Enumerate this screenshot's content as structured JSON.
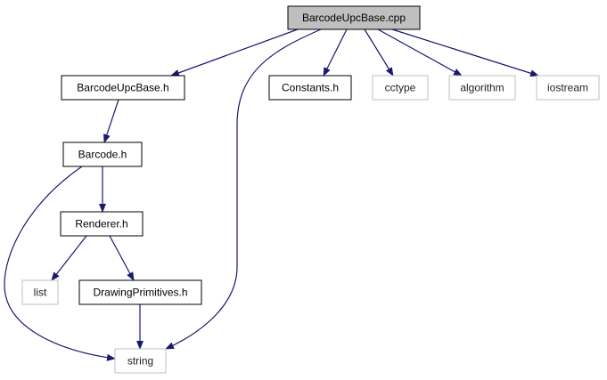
{
  "graph": {
    "colors": {
      "edge": "#191970",
      "root_fill": "#bfbfbf",
      "local_border": "#000000",
      "system_border": "#bfbfbf",
      "background": "#ffffff"
    },
    "nodes": [
      {
        "id": "root",
        "label": "BarcodeUpcBase.cpp",
        "kind": "root"
      },
      {
        "id": "upcbase_h",
        "label": "BarcodeUpcBase.h",
        "kind": "local"
      },
      {
        "id": "constants_h",
        "label": "Constants.h",
        "kind": "local"
      },
      {
        "id": "cctype",
        "label": "cctype",
        "kind": "system"
      },
      {
        "id": "algorithm",
        "label": "algorithm",
        "kind": "system"
      },
      {
        "id": "iostream",
        "label": "iostream",
        "kind": "system"
      },
      {
        "id": "barcode_h",
        "label": "Barcode.h",
        "kind": "local"
      },
      {
        "id": "renderer_h",
        "label": "Renderer.h",
        "kind": "local"
      },
      {
        "id": "list",
        "label": "list",
        "kind": "system"
      },
      {
        "id": "drawing_h",
        "label": "DrawingPrimitives.h",
        "kind": "local"
      },
      {
        "id": "string",
        "label": "string",
        "kind": "system"
      }
    ],
    "edges": [
      {
        "from": "root",
        "to": "upcbase_h"
      },
      {
        "from": "root",
        "to": "string"
      },
      {
        "from": "root",
        "to": "constants_h"
      },
      {
        "from": "root",
        "to": "cctype"
      },
      {
        "from": "root",
        "to": "algorithm"
      },
      {
        "from": "root",
        "to": "iostream"
      },
      {
        "from": "upcbase_h",
        "to": "barcode_h"
      },
      {
        "from": "barcode_h",
        "to": "renderer_h"
      },
      {
        "from": "barcode_h",
        "to": "string"
      },
      {
        "from": "renderer_h",
        "to": "list"
      },
      {
        "from": "renderer_h",
        "to": "drawing_h"
      },
      {
        "from": "drawing_h",
        "to": "string"
      }
    ]
  }
}
